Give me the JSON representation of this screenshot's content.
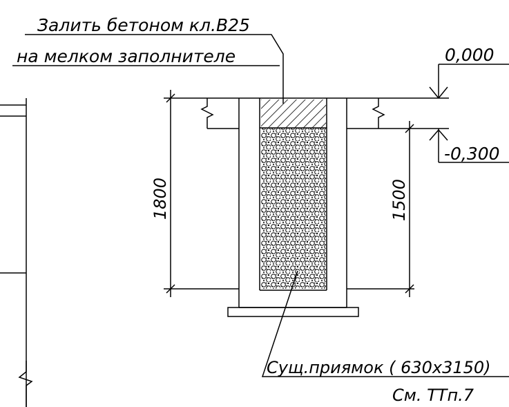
{
  "labels": {
    "fill_line1": "Залить бетоном кл.В25",
    "fill_line2": "на мелком заполнителе",
    "level_zero": "0,000",
    "level_minus": "-0,300",
    "dim_1800": "1800",
    "dim_1500": "1500",
    "pit_line1": "Сущ.приямок ( 630х3150)",
    "pit_line2": "См. ТТп.7"
  }
}
